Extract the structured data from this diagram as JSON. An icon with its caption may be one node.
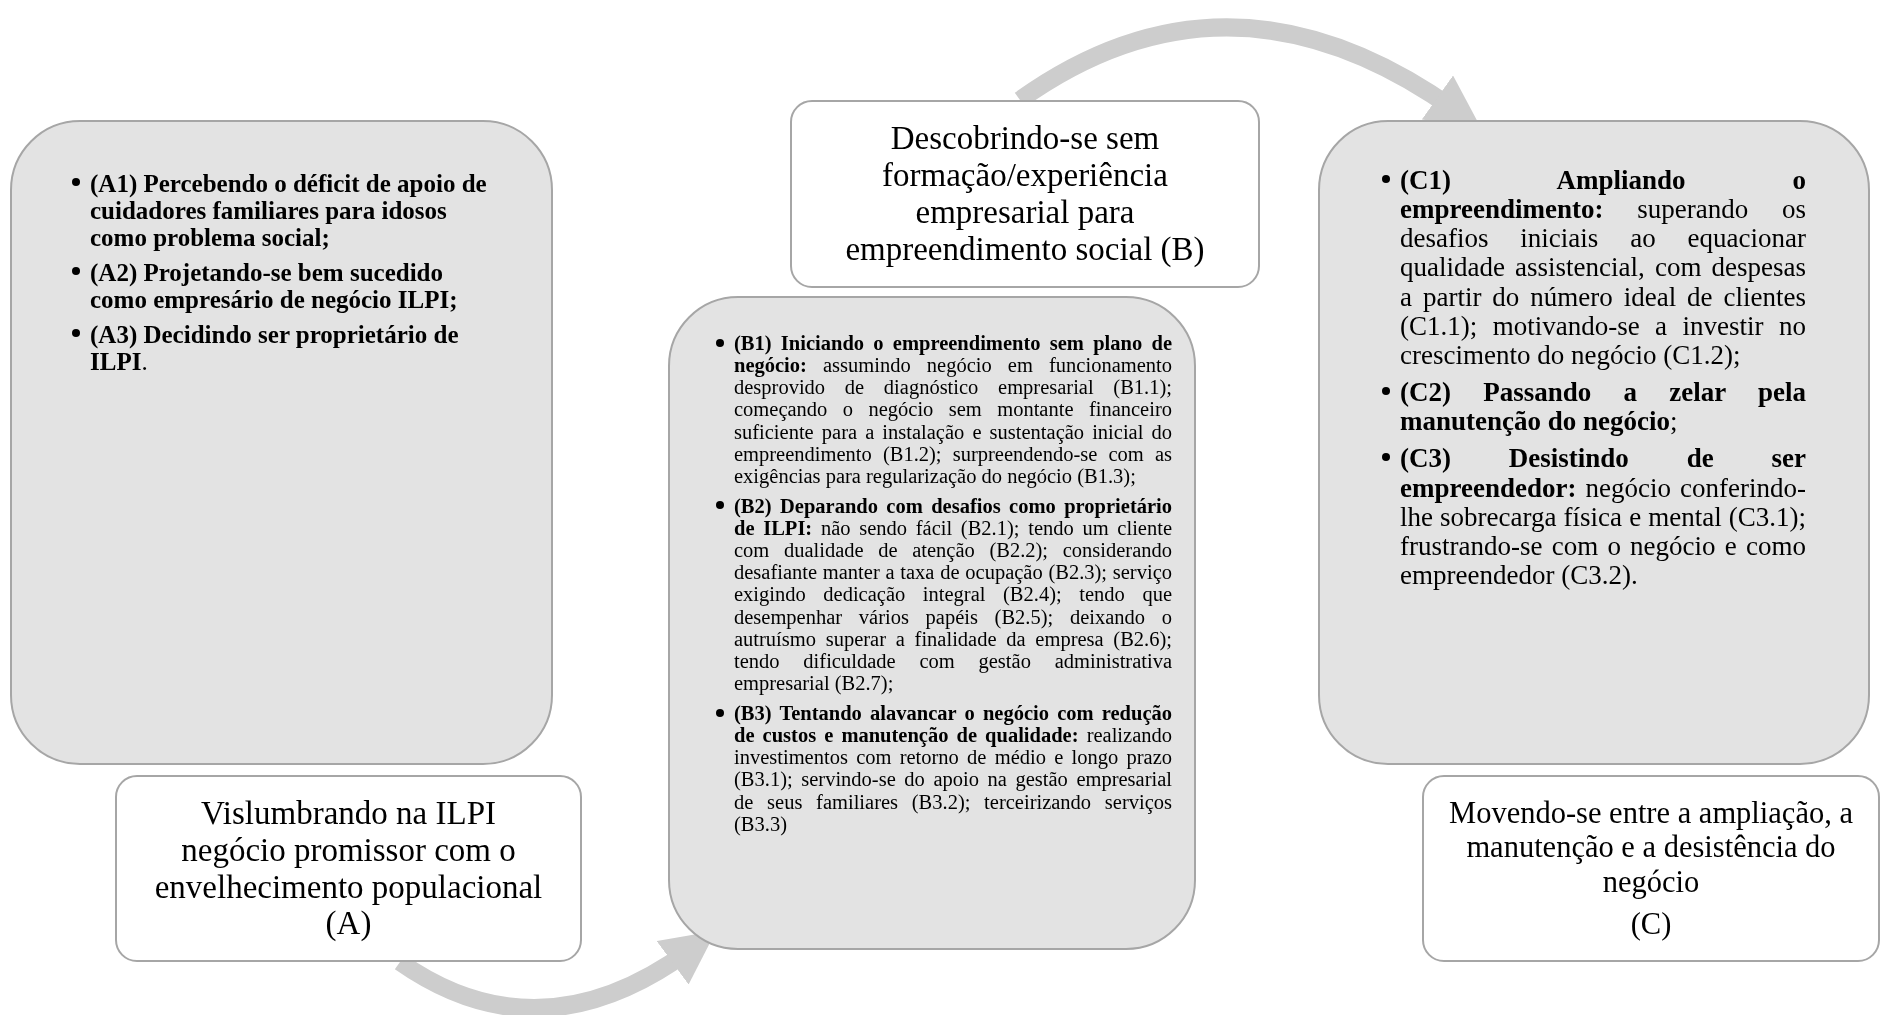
{
  "diagram": {
    "nodes": [
      {
        "text": [
          "**(A1) Percebendo o déficit de apoio de cuidadores familiares para idosos como problema social;**",
          "**(A2) Projetando-se bem sucedido como empresário de negócio ILPI;**",
          "**(A3) Decidindo ser proprietário de ILPI**."
        ]
      },
      {
        "text": [
          "Vislumbrando na ILPI negócio promissor com o envelhecimento populacional (A)"
        ]
      },
      {
        "text": [
          "**(B1) Iniciando o empreendimento sem plano de negócio:** assumindo negócio em funcionamento desprovido de diagnóstico empresarial (B1.1); começando o negócio sem montante financeiro suficiente para a instalação e sustentação inicial do empreendimento (B1.2); surpreendendo-se com as exigências para regularização do negócio (B1.3);",
          "**(B2) Deparando com desafios como proprietário de ILPI:** não sendo fácil (B2.1); tendo um cliente com dualidade de atenção (B2.2); considerando desafiante manter a taxa de ocupação (B2.3); serviço exigindo dedicação integral (B2.4); tendo que desempenhar vários papéis (B2.5); deixando  o autruísmo superar a finalidade da empresa (B2.6); tendo dificuldade com gestão administrativa empresarial (B2.7);",
          "**(B3) Tentando alavancar o negócio com redução de custos e manutenção de qualidade:** realizando investimentos com retorno de médio e longo prazo (B3.1); servindo-se do apoio na gestão empresarial de seus familiares (B3.2); terceirizando serviços (B3.3)"
        ]
      },
      {
        "text": [
          "Descobrindo-se sem formação/experiência empresarial para empreendimento social (B)"
        ]
      },
      {
        "text": [
          "**(C1) Ampliando o empreendimento:** superando os desafios iniciais ao equacionar qualidade assistencial, com despesas a partir do número ideal de clientes (C1.1); motivando-se a investir no crescimento do negócio (C1.2);",
          "**(C2) Passando a zelar pela manutenção do negócio**;",
          "**(C3) Desistindo de ser empreendedor:** negócio conferindo-lhe sobrecarga física e mental (C3.1); frustrando-se com o negócio e como empreendedor (C3.2)."
        ]
      },
      {
        "text": [
          "Movendo-se entre a ampliação, a manutenção e a desistência do negócio",
          "(C)"
        ]
      }
    ],
    "edges": [
      {
        "from": 1,
        "to": 2,
        "arrow": "to"
      },
      {
        "from": 3,
        "to": 4,
        "arrow": "to"
      }
    ]
  }
}
